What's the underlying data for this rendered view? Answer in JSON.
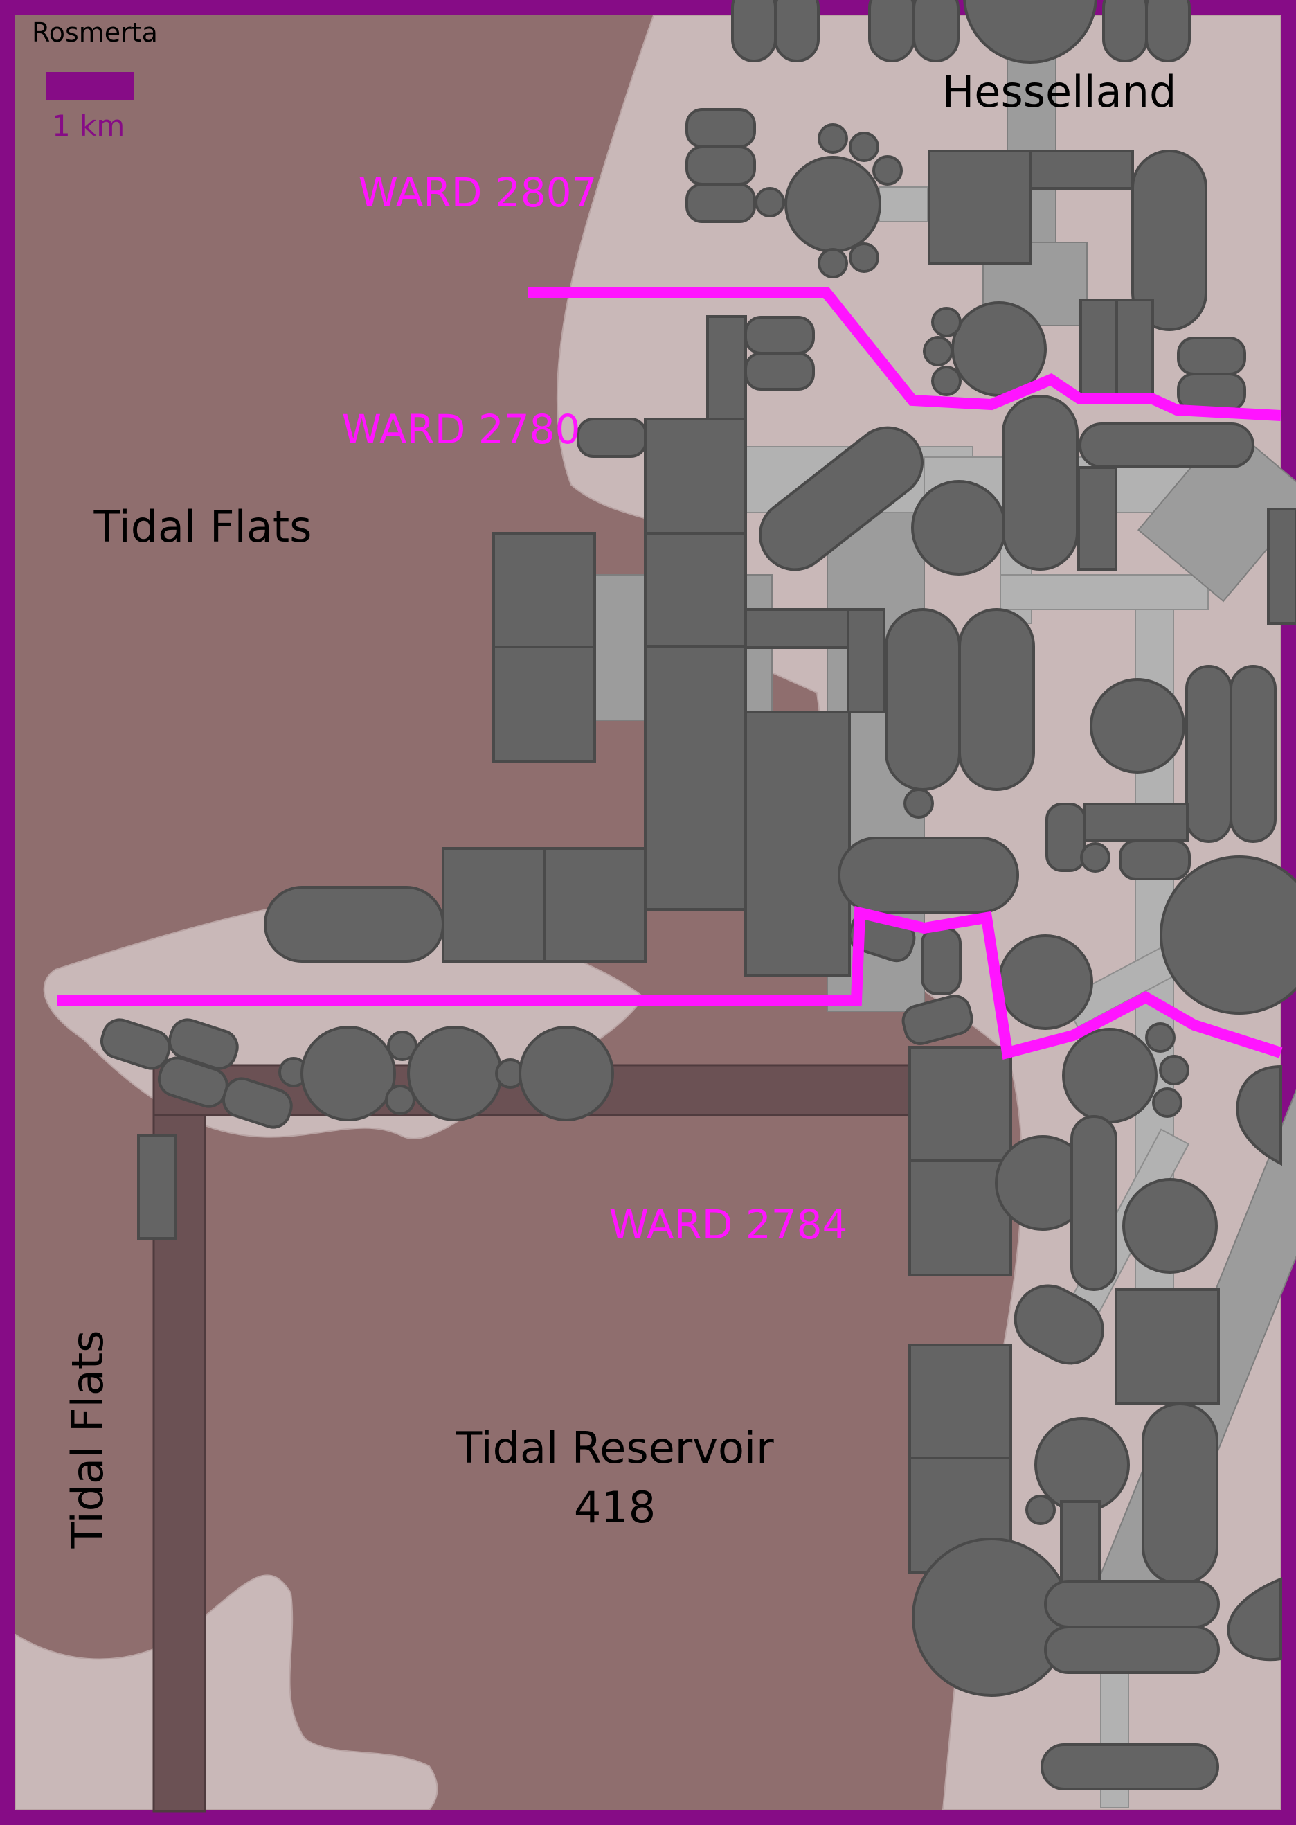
{
  "map": {
    "title": "Rosmerta",
    "scale_bar": {
      "label": "1 km"
    },
    "places": {
      "hesselland": "Hesselland",
      "tidal_flats_top": "Tidal Flats",
      "tidal_flats_side": "Tidal Flats",
      "reservoir_line1": "Tidal Reservoir",
      "reservoir_line2": "418"
    },
    "wards": [
      "WARD 2807",
      "WARD 2780",
      "WARD 2784"
    ],
    "colors": {
      "frame": "#860c86",
      "water": "#8f6e6e",
      "land": "#c9b8b8",
      "building": "#646464",
      "ward_boundary": "#ff14ff",
      "causeway": "#6b5154"
    }
  }
}
